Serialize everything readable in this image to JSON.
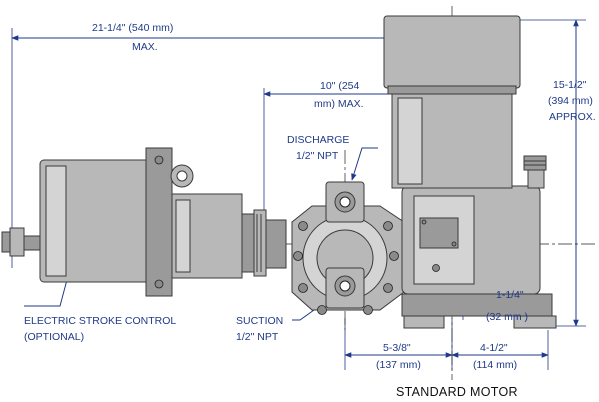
{
  "labels": {
    "overall_length": "21-1/4\" (540 mm)",
    "overall_length_max": "MAX.",
    "head_projection": "10\" (254",
    "head_projection_2": "mm) MAX.",
    "height": "15-1/2\"",
    "height_mm": "(394 mm)",
    "height_approx": "APPROX.",
    "discharge": "DISCHARGE",
    "discharge_size": "1/2\" NPT",
    "suction": "SUCTION",
    "suction_size": "1/2\" NPT",
    "stroke_control": "ELECTRIC STROKE CONTROL",
    "stroke_control_note": "(OPTIONAL)",
    "base_offset": "1-1/4\"",
    "base_offset_mm": "(32 mm )",
    "base_center": "5-3/8\"",
    "base_center_mm": "(137 mm)",
    "base_width": "4-1/2\"",
    "base_width_mm": "(114 mm)",
    "caption": "STANDARD MOTOR"
  },
  "colors": {
    "dimension_text": "#1f3a8a",
    "pump_body": "#b8b8b8",
    "outline": "#3a3a3a"
  }
}
